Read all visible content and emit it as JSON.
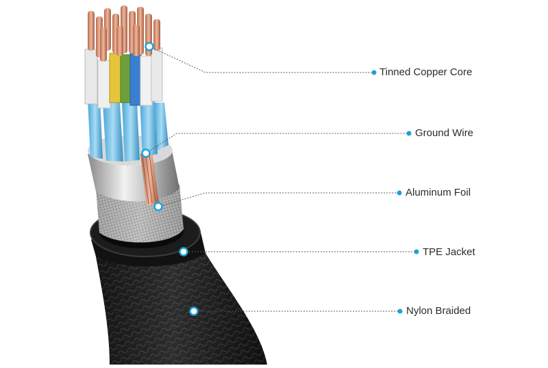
{
  "diagram": {
    "accent_color": "#1aa3d9",
    "line_color": "#555555",
    "labels": [
      "Tinned Copper Core",
      "Ground Wire",
      "Aluminum Foil",
      "TPE Jacket",
      "Nylon Braided"
    ]
  }
}
